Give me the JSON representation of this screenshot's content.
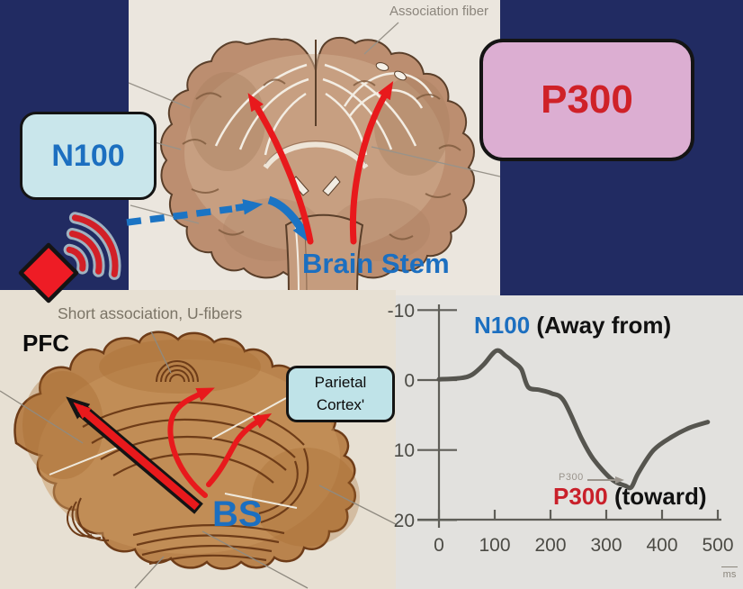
{
  "colors": {
    "background": "#212b62",
    "arrow_red": "#e8191c",
    "arrow_blue": "#1b74c4",
    "label_blue": "#1c6fc0",
    "label_red": "#c9202a"
  },
  "top_panel": {
    "association_fiber_label": "Association fiber",
    "brain_stem_label": "Brain Stem"
  },
  "callouts": {
    "n100": {
      "label": "N100",
      "bg": "#c9e6eb",
      "text_color": "#1c6fc0"
    },
    "p300": {
      "label": "P300",
      "bg": "#dcaed2",
      "text_color": "#cf2128"
    },
    "parietal": {
      "line1": "Parietal",
      "line2": "Cortex'",
      "bg": "#bfe3e8"
    }
  },
  "bottom_panel": {
    "u_fibers_label": "Short association, U-fibers",
    "pfc_label": "PFC",
    "bs_label": "BS"
  },
  "icons": {
    "sound_source": "sound-burst-speaker-icon"
  },
  "chart_data": {
    "type": "line",
    "title": "",
    "x_ticks": [
      0,
      100,
      200,
      300,
      400,
      500
    ],
    "y_ticks": [
      -10,
      0,
      10,
      20
    ],
    "y_axis_inverted_negative_up": true,
    "xlim": [
      0,
      520
    ],
    "ylim": [
      -10,
      20
    ],
    "x_label_unit": "ms",
    "series": [
      {
        "name": "auditory-ERP-waveform",
        "points": [
          [
            0,
            -0.1
          ],
          [
            40,
            -0.3
          ],
          [
            60,
            -0.8
          ],
          [
            80,
            -2.2
          ],
          [
            103,
            -4.2
          ],
          [
            120,
            -3.4
          ],
          [
            135,
            -2.5
          ],
          [
            148,
            -1.5
          ],
          [
            160,
            1
          ],
          [
            180,
            1.4
          ],
          [
            202,
            1.9
          ],
          [
            224,
            3
          ],
          [
            256,
            8.4
          ],
          [
            277,
            11.3
          ],
          [
            310,
            14.2
          ],
          [
            334,
            15.1
          ],
          [
            345,
            15.3
          ],
          [
            358,
            13.2
          ],
          [
            385,
            10
          ],
          [
            418,
            8.1
          ],
          [
            450,
            6.8
          ],
          [
            482,
            6
          ]
        ]
      }
    ],
    "annotations": {
      "n100_label": "N100",
      "n100_suffix": "(Away from)",
      "p300_label": "P300",
      "p300_suffix": "(toward)",
      "p300_pointer": "P300",
      "unit_label": "ms"
    }
  }
}
